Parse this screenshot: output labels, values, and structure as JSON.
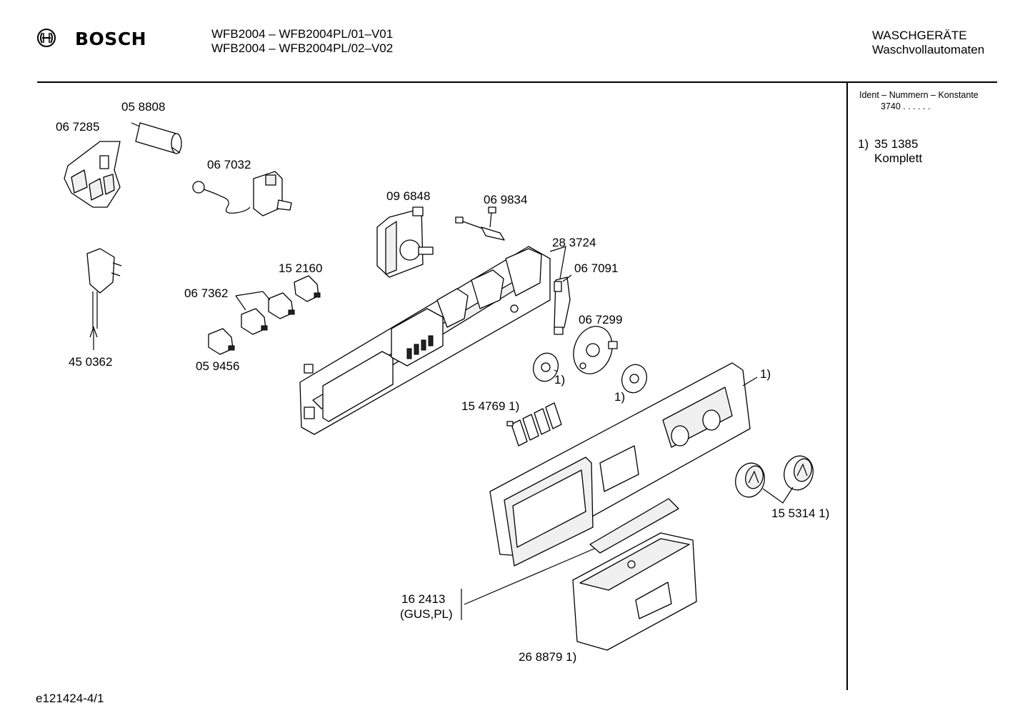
{
  "header": {
    "brand": "BOSCH",
    "model_line_1": "WFB2004 – WFB2004PL/01–V01",
    "model_line_2": "WFB2004 – WFB2004PL/02–V02",
    "category_1": "WASCHGERÄTE",
    "category_2": "Waschvollautomaten"
  },
  "sidebar": {
    "ident_title": "Ident – Nummern – Konstante",
    "ident_value": "3740  .   .    .   .   .   .",
    "note_marker": "1)",
    "note_number": "35 1385",
    "note_text": "Komplett"
  },
  "labels": {
    "p058808": "05 8808",
    "p067285": "06 7285",
    "p067032": "06 7032",
    "p096848": "09 6848",
    "p069834": "06 9834",
    "p283724": "28 3724",
    "p067091": "06 7091",
    "p152160": "15 2160",
    "p067362": "06 7362",
    "p059456": "05 9456",
    "p450362": "45 0362",
    "p067299": "06 7299",
    "note_knob_left": "1)",
    "note_knob_right": "1)",
    "note_panel": "1)",
    "p154769": "15 4769 1)",
    "p155314": "15 5314 1)",
    "p162413_a": "16 2413",
    "p162413_b": "(GUS,PL)",
    "p268879": "26 8879 1)"
  },
  "footer": {
    "drawing_id": "e121424-4/1"
  }
}
